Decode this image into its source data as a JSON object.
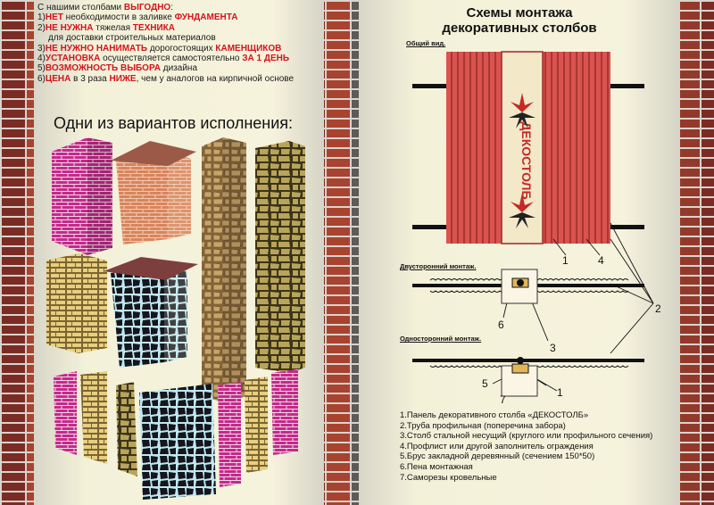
{
  "benefits": {
    "intro_plain": "С нашими столбами ",
    "intro_accent": "ВЫГОДНО",
    "intro_tail": ":",
    "items": [
      {
        "num": "1)",
        "accent": "НЕТ",
        "text": " необходимости в заливке ",
        "accent2": "ФУНДАМЕНТА",
        "tail": ""
      },
      {
        "num": "2)",
        "accent": "НЕ НУЖНА",
        "text": " тяжелая ",
        "accent2": "ТЕХНИКА",
        "tail": ""
      },
      {
        "num": "",
        "accent": "",
        "text": "для доставки строительных материалов",
        "accent2": "",
        "tail": ""
      },
      {
        "num": "3)",
        "accent": "НЕ НУЖНО НАНИМАТЬ",
        "text": " дорогостоящих ",
        "accent2": "КАМЕНЩИКОВ",
        "tail": ""
      },
      {
        "num": "4)",
        "accent": "УСТАНОВКА",
        "text": " осуществляется самостоятельно ",
        "accent2": "ЗА 1 ДЕНЬ",
        "tail": ""
      },
      {
        "num": "5)",
        "accent": "ВОЗМОЖНОСТЬ ВЫБОРА",
        "text": " дизайна",
        "accent2": "",
        "tail": ""
      },
      {
        "num": "6)",
        "accent": "ЦЕНА",
        "text": " в 3 раза ",
        "accent2": "НИЖЕ",
        "tail": ", чем у аналогов на кирпичной основе"
      }
    ]
  },
  "options_title": "Одни из вариантов исполнения:",
  "schema": {
    "title_line1": "Схемы монтажа",
    "title_line2": "декоративных столбов",
    "label_general": "Общий вид.",
    "label_double": "Двусторонний монтаж.",
    "label_single": "Односторонний монтаж.",
    "brand_text": "ДЕКОСТОЛБ",
    "callouts": [
      "1",
      "4",
      "2",
      "6",
      "3",
      "5",
      "7",
      "1"
    ]
  },
  "legend": [
    "1.Панель декоративного столба «ДЕКОСТОЛБ»",
    "2.Труба профильная (поперечина забора)",
    "3.Столб стальной несущий (круглого или профильного сечения)",
    "4.Профлист или другой заполнитель ограждения",
    "5.Брус закладной деревянный (сечением 150*50)",
    "6.Пена монтажная",
    "7.Саморезы кровельные"
  ],
  "colors": {
    "accent_red": "#d4141b",
    "panel_bg": "#f6f3dd",
    "profile_sheet": "#d9534f",
    "brand_band": "#f3e8c8"
  }
}
